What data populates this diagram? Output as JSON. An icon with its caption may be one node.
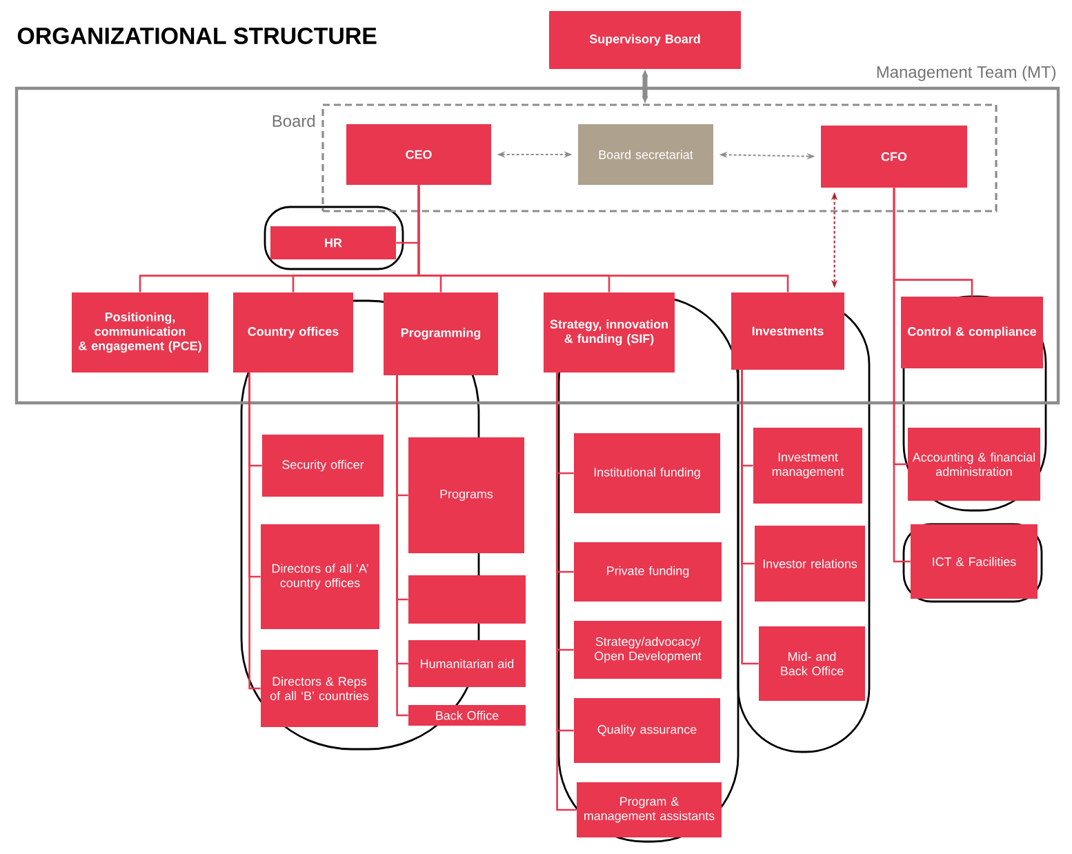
{
  "diagram": {
    "title": "ORGANIZATIONAL STRUCTURE",
    "nodes": [
      {
        "text": [
          "Supervisory Board"
        ]
      },
      {
        "text": [
          "Management Team (MT)"
        ]
      },
      {
        "text": [
          "Board"
        ],
        "in": 1
      },
      {
        "text": [
          "CEO"
        ],
        "in": 2
      },
      {
        "text": [
          "Board secretariat"
        ],
        "in": 2
      },
      {
        "text": [
          "CFO"
        ],
        "in": 2
      },
      {
        "text": [
          "HR"
        ],
        "in": 1
      },
      {
        "text": [
          "Positioning, communication & engagement (PCE)"
        ],
        "in": 1
      },
      {
        "text": [
          "Country offices"
        ],
        "in": 1
      },
      {
        "text": [
          "Programming"
        ],
        "in": 1
      },
      {
        "text": [
          "Strategy, innovation & funding (SIF)"
        ],
        "in": 1
      },
      {
        "text": [
          "Investments"
        ],
        "in": 1
      },
      {
        "text": [
          "Control & compliance"
        ],
        "in": 1
      },
      {
        "text": [
          "Security officer"
        ]
      },
      {
        "text": [
          "Directors of all ‘A’ country offices"
        ]
      },
      {
        "text": [
          "Directors & Reps of all ‘B’ countries"
        ]
      },
      {
        "text": [
          "Programs"
        ]
      },
      {
        "text": [],
        "shape": "box"
      },
      {
        "text": [
          "Humanitarian aid"
        ]
      },
      {
        "text": [
          "Back Office"
        ]
      },
      {
        "text": [
          "Institutional funding"
        ]
      },
      {
        "text": [
          "Private funding"
        ]
      },
      {
        "text": [
          "Strategy/advocacy/ Open Development"
        ]
      },
      {
        "text": [
          "Quality assurance"
        ]
      },
      {
        "text": [
          "Program & management assistants"
        ]
      },
      {
        "text": [
          "Investment management"
        ]
      },
      {
        "text": [
          "Investor relations"
        ]
      },
      {
        "text": [
          "Mid- and Back Office"
        ]
      },
      {
        "text": [
          "Accounting & financial administration"
        ]
      },
      {
        "text": [
          "ICT & Facilities"
        ]
      }
    ],
    "edges": [
      {
        "from": 0,
        "to": 2,
        "arrow": "both",
        "style": "thick",
        "color": "#8c8c8c"
      },
      {
        "from": 3,
        "to": 4,
        "arrow": "both",
        "style": "dashed",
        "color": "#8c8c8c"
      },
      {
        "from": 4,
        "to": 5,
        "arrow": "both",
        "style": "dashed",
        "color": "#8c8c8c"
      },
      {
        "from": 5,
        "to": 11,
        "arrow": "both",
        "style": "dashed",
        "color": "#b0202e"
      },
      {
        "from": 3,
        "to": 6,
        "arrow": "none"
      },
      {
        "from": 3,
        "to": 7,
        "arrow": "none"
      },
      {
        "from": 3,
        "to": 8,
        "arrow": "none"
      },
      {
        "from": 3,
        "to": 9,
        "arrow": "none"
      },
      {
        "from": 3,
        "to": 10,
        "arrow": "none"
      },
      {
        "from": 3,
        "to": 11,
        "arrow": "none"
      },
      {
        "from": 5,
        "to": 12,
        "arrow": "none"
      },
      {
        "from": 5,
        "to": 28,
        "arrow": "none"
      },
      {
        "from": 5,
        "to": 29,
        "arrow": "none"
      },
      {
        "from": 8,
        "to": 13,
        "arrow": "none"
      },
      {
        "from": 8,
        "to": 14,
        "arrow": "none"
      },
      {
        "from": 8,
        "to": 15,
        "arrow": "none"
      },
      {
        "from": 9,
        "to": 16,
        "arrow": "none"
      },
      {
        "from": 9,
        "to": 17,
        "arrow": "none"
      },
      {
        "from": 9,
        "to": 18,
        "arrow": "none"
      },
      {
        "from": 9,
        "to": 19,
        "arrow": "none"
      },
      {
        "from": 10,
        "to": 20,
        "arrow": "none"
      },
      {
        "from": 10,
        "to": 21,
        "arrow": "none"
      },
      {
        "from": 10,
        "to": 22,
        "arrow": "none"
      },
      {
        "from": 10,
        "to": 23,
        "arrow": "none"
      },
      {
        "from": 10,
        "to": 24,
        "arrow": "none"
      },
      {
        "from": 11,
        "to": 25,
        "arrow": "none"
      },
      {
        "from": 11,
        "to": 26,
        "arrow": "none"
      },
      {
        "from": 11,
        "to": 27,
        "arrow": "none"
      }
    ]
  }
}
